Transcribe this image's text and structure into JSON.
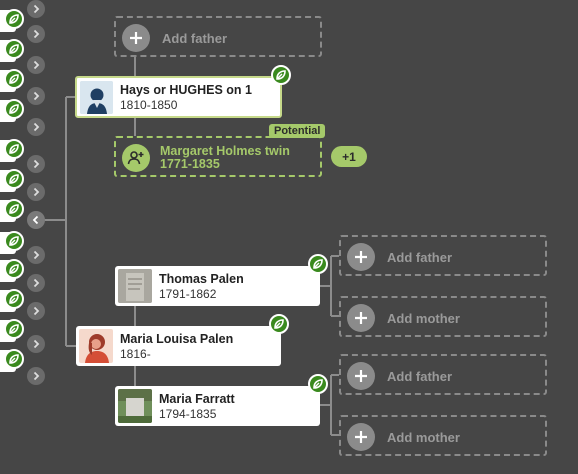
{
  "colors": {
    "background": "#464646",
    "leaf_green": "#3a8a1e",
    "potential_green": "#a5c96a",
    "placeholder_grey": "#8a8a8a",
    "highlight_border": "#c6d98a"
  },
  "focus_person": {
    "name": "Hays or HUGHES on 1",
    "dates": "1810-1850",
    "photo_icon": "male-avatar-icon",
    "hint_icon": "leaf-icon"
  },
  "focus_father": {
    "label": "Add father",
    "icon": "plus-icon"
  },
  "potential_mother": {
    "tag": "Potential",
    "name": "Margaret Holmes twin",
    "dates": "1771-1835",
    "icon": "add-person-icon",
    "more_count": "+1"
  },
  "spouse": {
    "name": "Maria Louisa Palen",
    "dates": "1816-",
    "photo_icon": "female-avatar-icon",
    "hint_icon": "leaf-icon"
  },
  "spouse_father": {
    "name": "Thomas Palen",
    "dates": "1791-1862",
    "photo_icon": "gravestone-photo-icon",
    "hint_icon": "leaf-icon",
    "add_father_label": "Add father",
    "add_mother_label": "Add mother"
  },
  "spouse_mother": {
    "name": "Maria Farratt",
    "dates": "1794-1835",
    "photo_icon": "gravestone-photo-icon",
    "hint_icon": "leaf-icon",
    "add_father_label": "Add father",
    "add_mother_label": "Add mother"
  },
  "left_column": {
    "icon_leaf": "leaf-icon",
    "icon_chevron": "chevron-right-icon",
    "icon_collapse": "chevron-left-icon"
  }
}
